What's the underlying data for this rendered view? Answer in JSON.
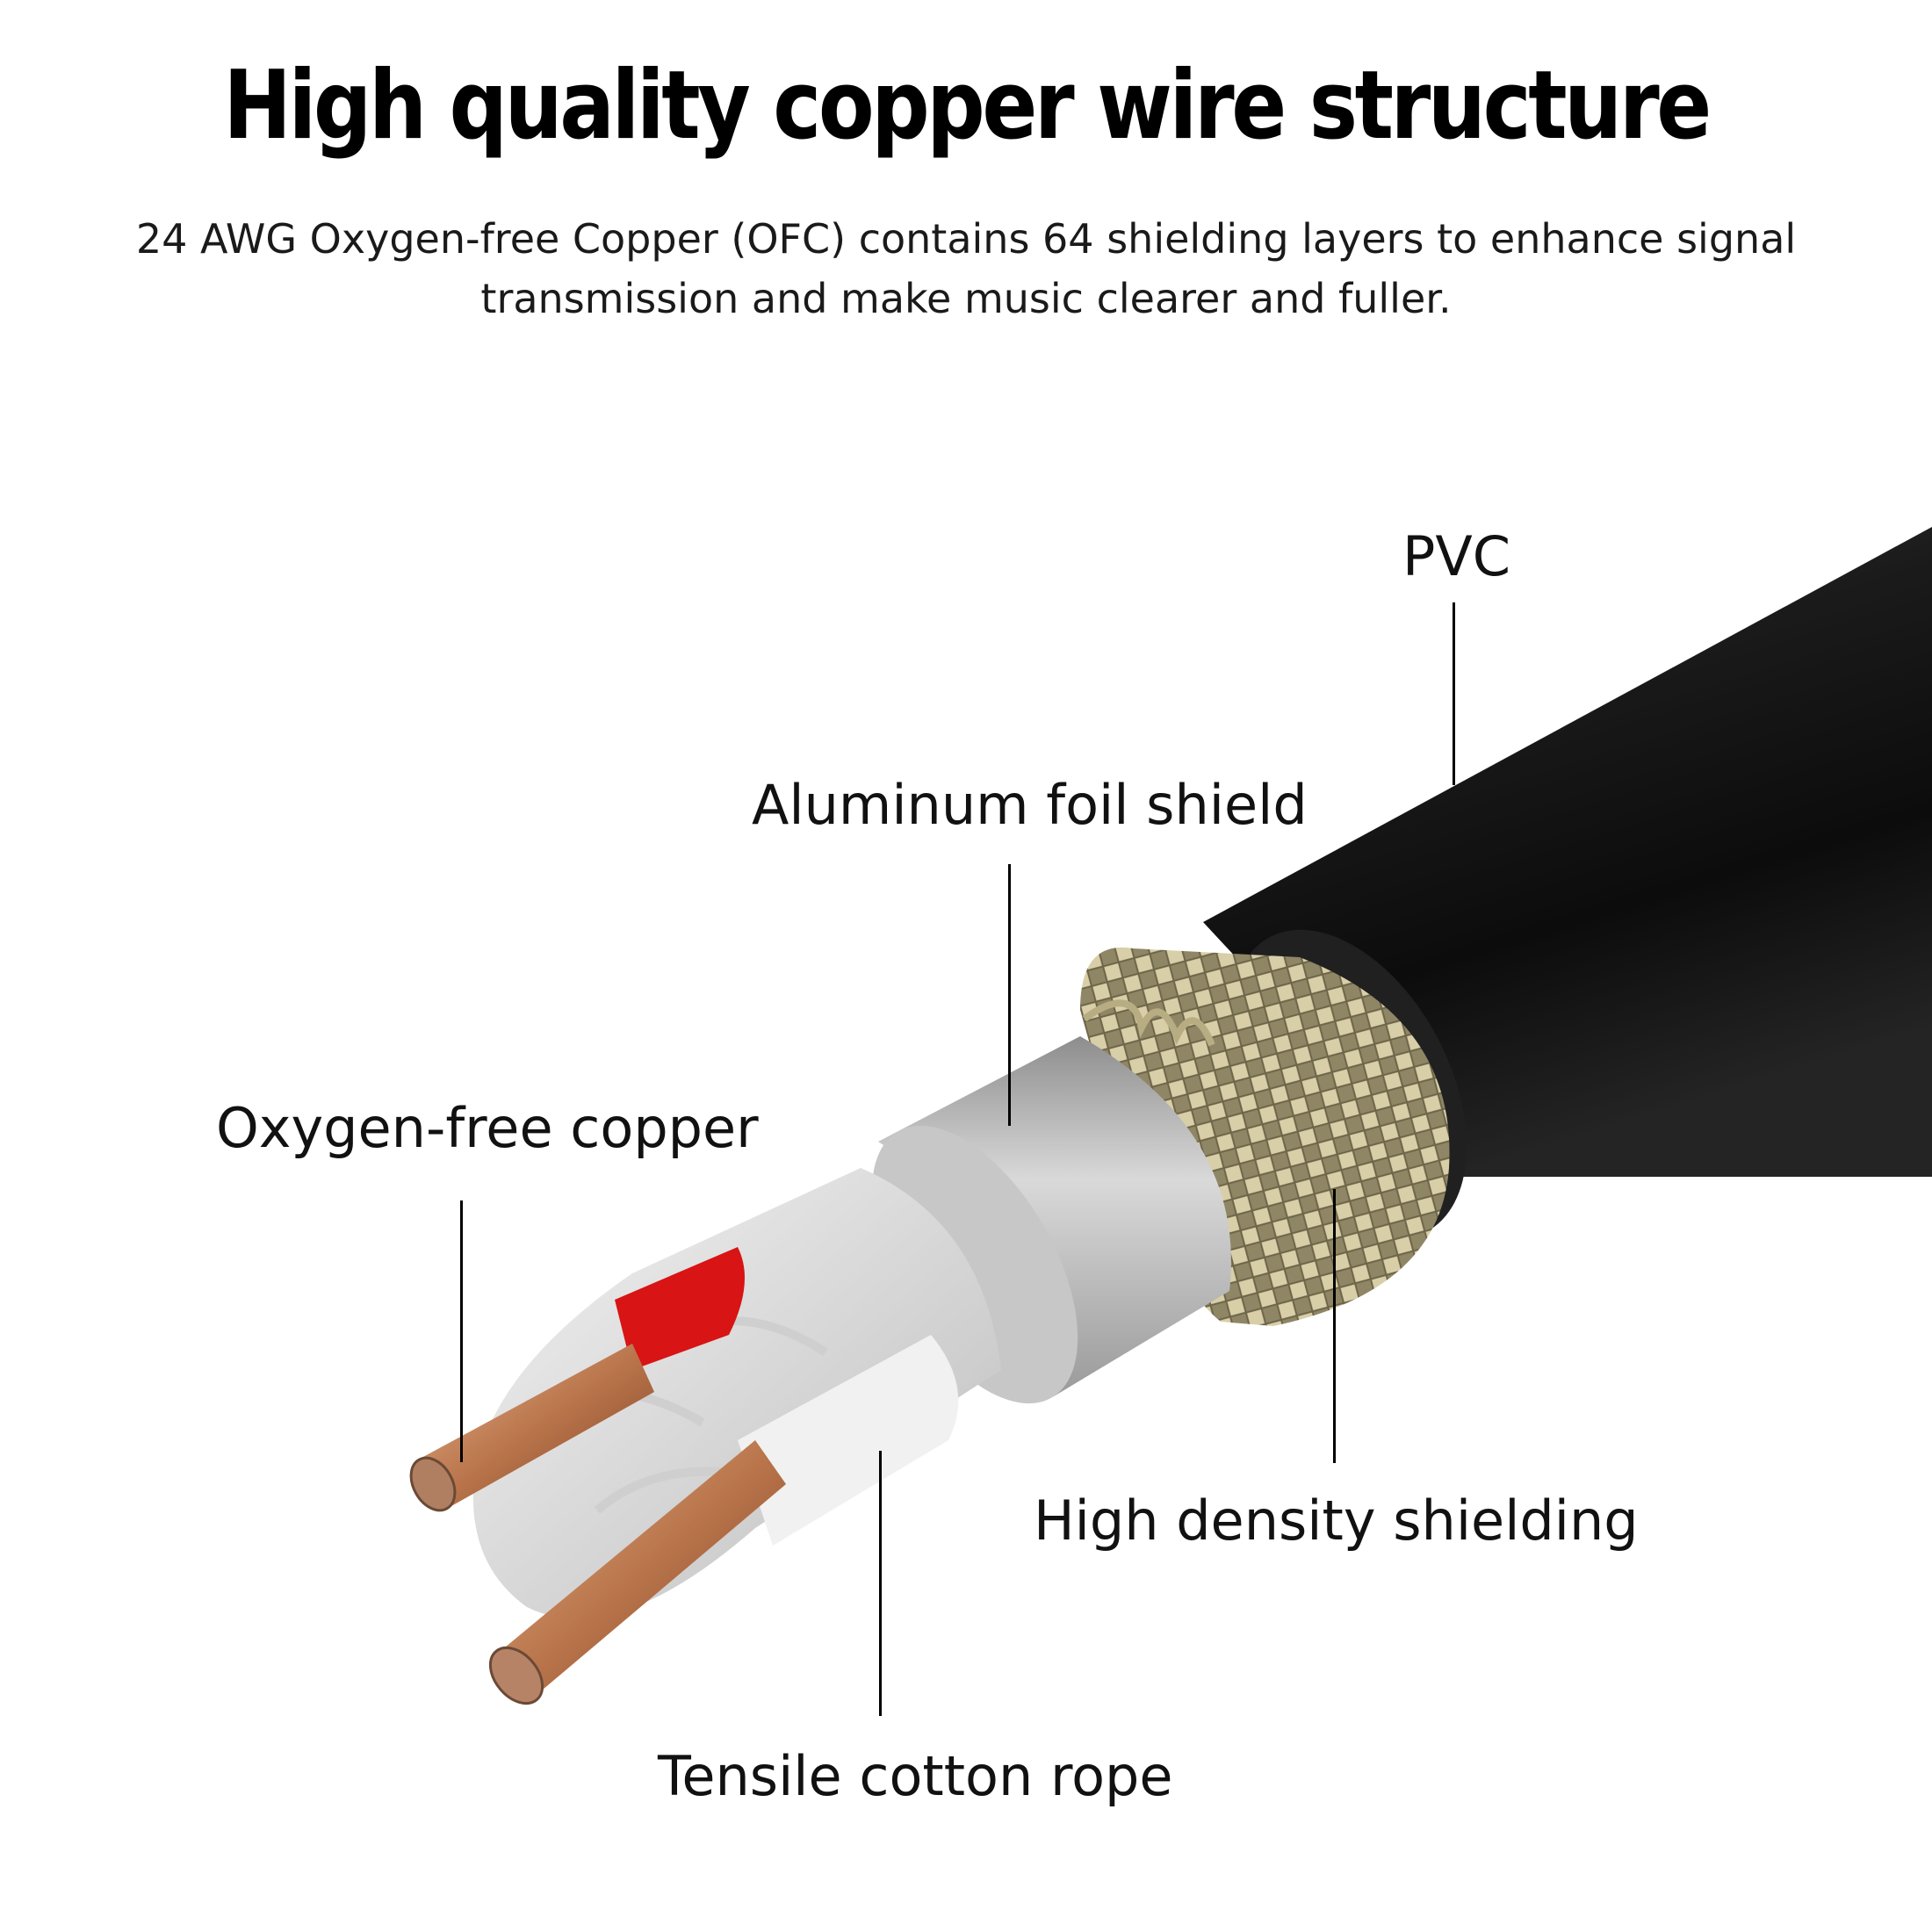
{
  "title": "High quality copper wire structure",
  "subtitle": "24 AWG Oxygen-free Copper (OFC) contains 64 shielding layers to enhance signal transmission and make music clearer and fuller.",
  "labels": {
    "pvc": "PVC",
    "foil": "Aluminum foil shield",
    "copper": "Oxygen-free copper",
    "shielding": "High density shielding",
    "rope": "Tensile cotton rope"
  },
  "colors": {
    "jacket": "#151515",
    "braid": "#c9bf96",
    "foil": "#b9b9b9",
    "copper": "#c9875e",
    "insulation_red": "#d81414",
    "rope": "#e6e6e6"
  }
}
